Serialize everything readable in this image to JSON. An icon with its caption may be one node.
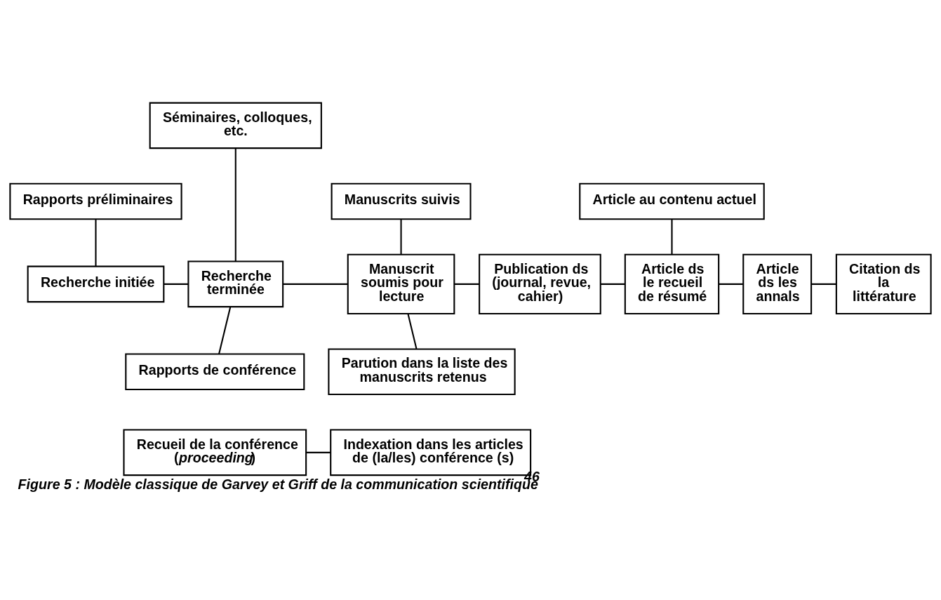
{
  "diagram": {
    "caption": "Figure 5 : Modèle classique de Garvey et Griff de la communication scientifique$^{46}$",
    "nodes": [
      {
        "text": [
          "Séminaires, colloques, etc."
        ]
      },
      {
        "text": [
          "Rapports préliminaires"
        ]
      },
      {
        "text": [
          "Manuscrits suivis"
        ]
      },
      {
        "text": [
          "Article au contenu actuel"
        ]
      },
      {
        "text": [
          "Recherche initiée"
        ]
      },
      {
        "text": [
          "Recherche terminée"
        ]
      },
      {
        "text": [
          "Manuscrit soumis pour lecture"
        ]
      },
      {
        "text": [
          "Publication ds (journal, revue, cahier)"
        ]
      },
      {
        "text": [
          "Article ds le recueil de résumé"
        ]
      },
      {
        "text": [
          "Article ds les annals"
        ]
      },
      {
        "text": [
          "Citation ds la littérature"
        ]
      },
      {
        "text": [
          "Parution dans la liste des manuscrits retenus"
        ]
      },
      {
        "text": [
          "Rapports de conférence"
        ]
      },
      {
        "text": [
          "Recueil de la conférence (*proceeding*)"
        ]
      },
      {
        "text": [
          "Indexation dans les articles de (la/les) conférence (s)"
        ]
      }
    ],
    "edges": [
      {
        "from": 0,
        "to": 5,
        "arrow": "none"
      },
      {
        "from": 1,
        "to": 4,
        "arrow": "none"
      },
      {
        "from": 2,
        "to": 6,
        "arrow": "none"
      },
      {
        "from": 3,
        "to": 8,
        "arrow": "none"
      },
      {
        "from": 4,
        "to": 5,
        "arrow": "none"
      },
      {
        "from": 5,
        "to": 6,
        "arrow": "none"
      },
      {
        "from": 6,
        "to": 7,
        "arrow": "none"
      },
      {
        "from": 7,
        "to": 8,
        "arrow": "none"
      },
      {
        "from": 8,
        "to": 9,
        "arrow": "none"
      },
      {
        "from": 9,
        "to": 10,
        "arrow": "none"
      },
      {
        "from": 5,
        "to": 12,
        "arrow": "none"
      },
      {
        "from": 6,
        "to": 11,
        "arrow": "none"
      },
      {
        "from": 13,
        "to": 14,
        "arrow": "none"
      }
    ]
  }
}
